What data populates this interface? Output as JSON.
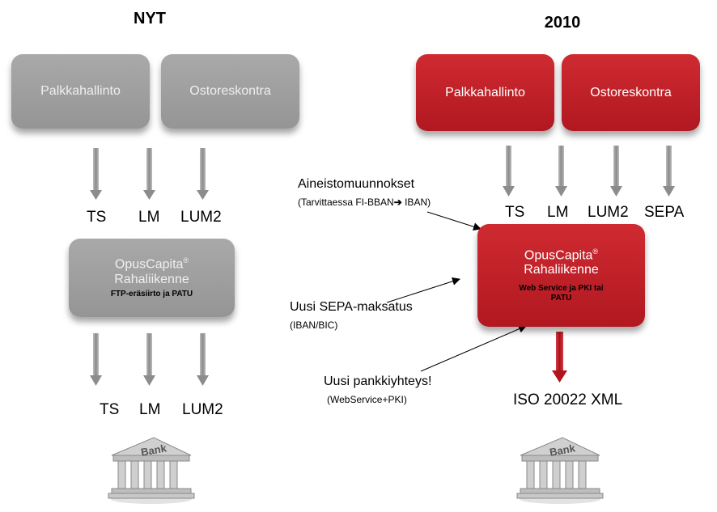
{
  "left": {
    "heading": "NYT",
    "box1": "Palkkahallinto",
    "box2": "Ostoreskontra",
    "codes_top": [
      "TS",
      "LM",
      "LUM2"
    ],
    "opus_title": "OpusCapita",
    "opus_reg": "®",
    "opus_subtitle": "Rahaliikenne",
    "opus_channel": "FTP-eräsiirto ja PATU",
    "codes_bottom": [
      "TS",
      "LM",
      "LUM2"
    ],
    "bank_label": "Bank"
  },
  "right": {
    "heading": "2010",
    "box1": "Palkkahallinto",
    "box2": "Ostoreskontra",
    "codes_top": [
      "TS",
      "LM",
      "LUM2",
      "SEPA"
    ],
    "opus_title": "OpusCapita",
    "opus_reg": "®",
    "opus_subtitle": "Rahaliikenne",
    "opus_channel_line1": "Web Service ja PKI  tai",
    "opus_channel_line2": "PATU",
    "output": "ISO 20022 XML",
    "bank_label": "Bank"
  },
  "notes": {
    "conversion_title": "Aineistomuunnokset",
    "conversion_detail_a": "(Tarvittaessa FI-BBAN",
    "conversion_arrow": "➔",
    "conversion_detail_b": " IBAN)",
    "sepa_title": "Uusi SEPA-maksatus",
    "sepa_detail": "(IBAN/BIC)",
    "bank_conn_title": "Uusi pankkiyhteys!",
    "bank_conn_detail": "(WebService+PKI)"
  },
  "colors": {
    "gray_box": "#a0a0a0",
    "red_box": "#c0222a",
    "gray_arrow": "#8c8c8c",
    "red_arrow": "#b0141c"
  }
}
